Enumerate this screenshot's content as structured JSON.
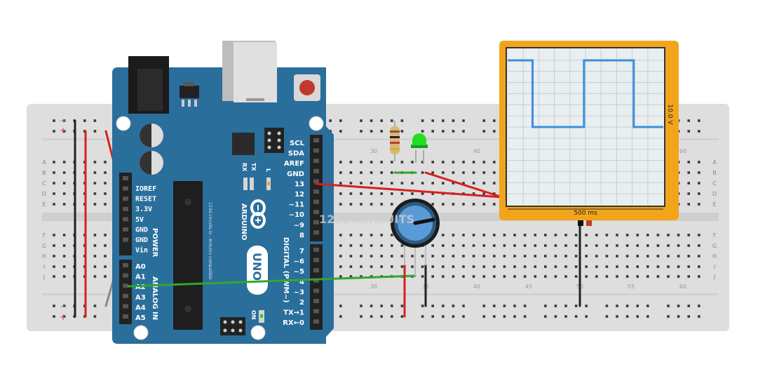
{
  "breadboard": {
    "rail_minus": "−",
    "rail_plus": "+",
    "rows_top": [
      "A",
      "B",
      "C",
      "D",
      "E"
    ],
    "rows_bottom": [
      "F",
      "G",
      "H",
      "I",
      "J"
    ],
    "column_numbers_top": [
      "30",
      "40",
      "60"
    ],
    "column_numbers_bottom": [
      "30",
      "35",
      "40",
      "45",
      "50",
      "55",
      "60"
    ],
    "watermark": "123D.CIRCUITS"
  },
  "arduino": {
    "brand": "ARDUINO",
    "model": "UNO",
    "website": "123d.circuits.io - Arduino compatible",
    "power_header_label": "POWER",
    "analog_header_label": "ANALOG IN",
    "digital_header_label": "DIGITAL (PWM~)",
    "tx_label": "TX",
    "rx_label": "RX",
    "l_label": "L",
    "on_label": "ON",
    "power_pins": [
      "IOREF",
      "RESET",
      "3.3V",
      "5V",
      "GND",
      "GND",
      "Vin"
    ],
    "analog_pins": [
      "A0",
      "A1",
      "A2",
      "A3",
      "A4",
      "A5"
    ],
    "digital_top_pins": [
      "SCL",
      "SDA",
      "AREF",
      "GND",
      "13",
      "12",
      "~11",
      "~10",
      "~9",
      "8"
    ],
    "digital_bottom_pins": [
      "7",
      "~6",
      "~5",
      "4",
      "~3",
      "2",
      "TX→1",
      "RX←0"
    ]
  },
  "oscilloscope": {
    "time_scale": "500 ms",
    "volt_scale": "10.0 V",
    "waveform": [
      [
        0,
        1
      ],
      [
        1.6,
        1
      ],
      [
        1.6,
        0
      ],
      [
        4.9,
        0
      ],
      [
        4.9,
        1
      ],
      [
        8.1,
        1
      ],
      [
        8.1,
        0
      ],
      [
        10,
        0
      ]
    ]
  },
  "colors": {
    "board": "#2a6e9c",
    "breadboard": "#dedede",
    "scope_frame": "#f2a51b",
    "trace": "#3a8fdc",
    "wire_red": "#d62020",
    "wire_green": "#2ea82e",
    "wire_black": "#222222",
    "led": "#22dd22"
  }
}
